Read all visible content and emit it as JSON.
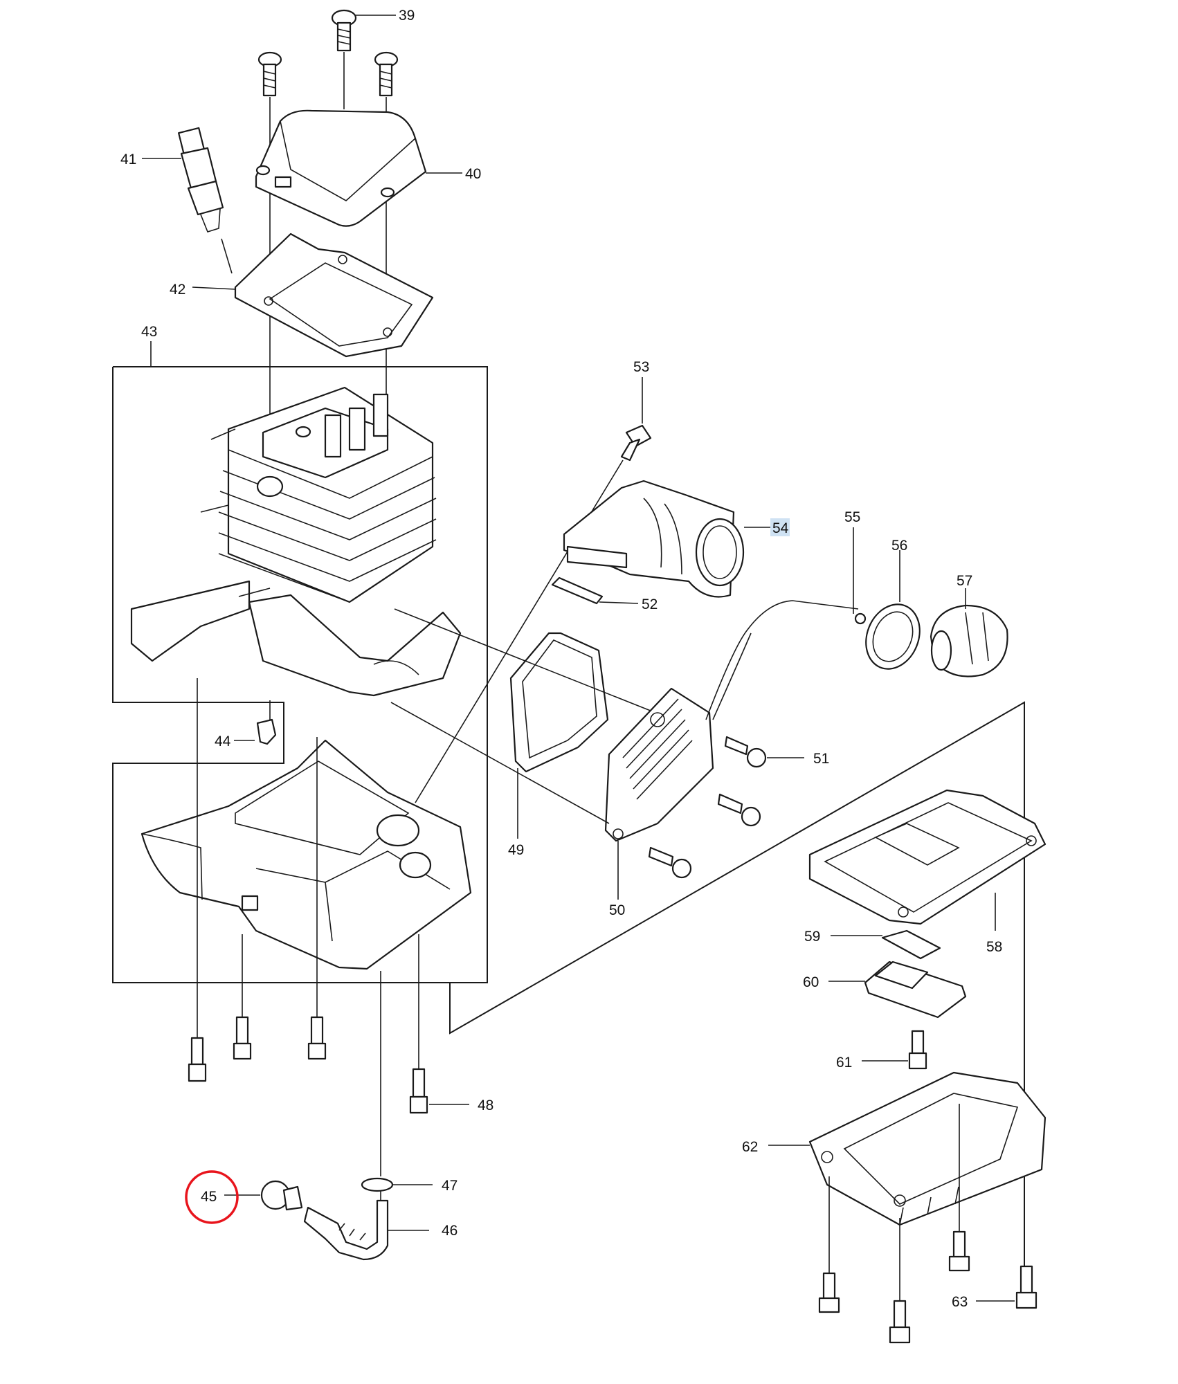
{
  "diagram": {
    "title": "Engine assembly exploded view",
    "callouts": [
      "39",
      "40",
      "41",
      "42",
      "43",
      "44",
      "45",
      "46",
      "47",
      "48",
      "49",
      "50",
      "51",
      "52",
      "53",
      "54",
      "55",
      "56",
      "57",
      "58",
      "59",
      "60",
      "61",
      "62",
      "63"
    ],
    "highlighted_callout": "54",
    "circled_callout": "45",
    "colors": {
      "line": "#1a1a1a",
      "highlight": "#cfe2f3",
      "circle": "#e8141c"
    }
  }
}
